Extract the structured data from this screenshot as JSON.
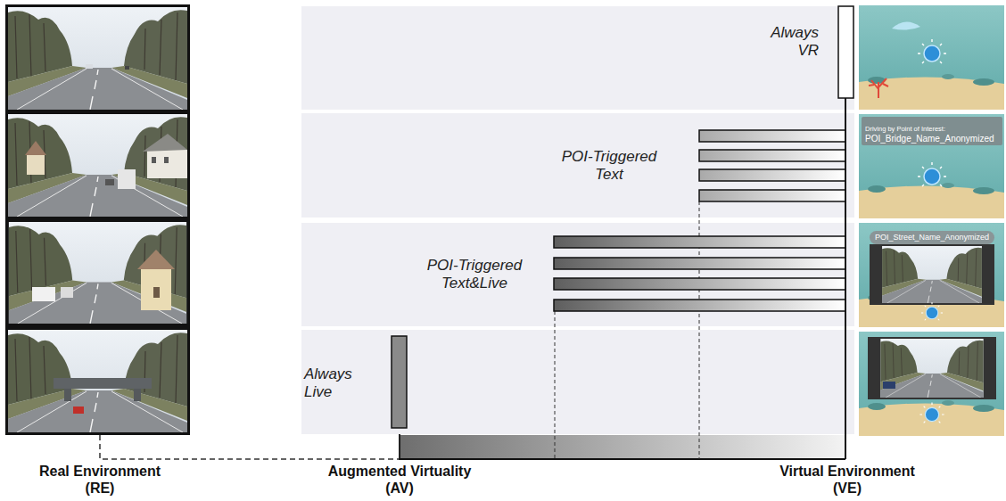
{
  "diagram": {
    "nodes": [
      {
        "text": [
          "Always VR"
        ]
      },
      {
        "text": [
          "POI-Triggered Text"
        ]
      },
      {
        "text": [
          "POI-Triggered Text&Live"
        ]
      },
      {
        "text": [
          "Always Live"
        ]
      }
    ],
    "labels": [
      "Real Environment (RE)",
      "Augmented Virtuality (AV)",
      "Virtual Environment (VE)",
      "Driving by Point of Interest:",
      "POI_Bridge_Name_Anonymized",
      "POI_Street_Name_Anonymized"
    ]
  }
}
